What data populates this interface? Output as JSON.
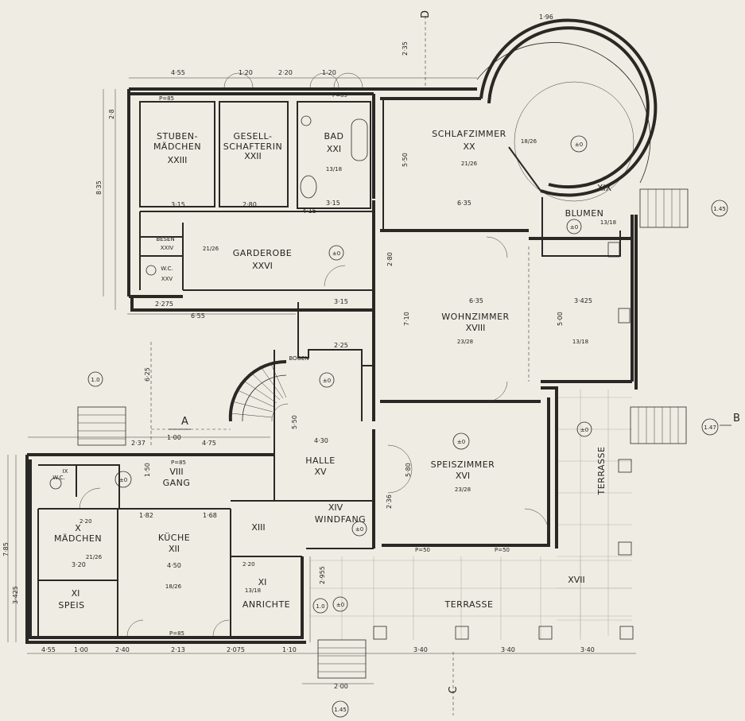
{
  "rooms": {
    "stubenmaedchen": {
      "name": "STUBEN-",
      "name2": "MÄDCHEN",
      "num": "XXIII"
    },
    "gesellschafterin": {
      "name": "GESELL-",
      "name2": "SCHAFTERIN",
      "num": "XXII"
    },
    "bad": {
      "name": "BAD",
      "num": "XXI",
      "area": "13/18"
    },
    "schlafzimmer": {
      "name": "SCHLAFZIMMER",
      "num": "XX",
      "area": "21/26",
      "area2": "18/26"
    },
    "blumen": {
      "name": "BLUMEN",
      "num": "XIX",
      "area": "13/18"
    },
    "besen": {
      "name": "BESEN",
      "num": "XXIV"
    },
    "wc_upper": {
      "name": "W.C.",
      "num": "XXV"
    },
    "garderobe": {
      "name": "GARDEROBE",
      "num": "XXVI",
      "area": "21/26"
    },
    "wohnzimmer": {
      "name": "WOHNZIMMER",
      "num": "XVIII",
      "area": "23/28",
      "area2": "13/18"
    },
    "halle": {
      "name": "HALLE",
      "num": "XV",
      "stair": "BOGEN"
    },
    "speisezimmer": {
      "name": "SPEISZIMMER",
      "num": "XVI",
      "area": "23/28"
    },
    "windfang": {
      "name": "WINDFANG",
      "num": "XIV"
    },
    "gang": {
      "name": "GANG",
      "num": "VIII"
    },
    "maedchen": {
      "name": "MÄDCHEN",
      "num": "X",
      "area": "21/26"
    },
    "wc_lower": {
      "name": "W.C.",
      "num": "IX"
    },
    "kueche": {
      "name": "KÜCHE",
      "num": "XII",
      "area": "18/26"
    },
    "xiii": {
      "num": "XIII"
    },
    "anrichte": {
      "name": "ANRICHTE",
      "num": "XI",
      "area": "13/18"
    },
    "speis": {
      "name": "SPEIS",
      "num": "XI"
    },
    "terrasse_right": {
      "name": "TERRASSE"
    },
    "terrasse_bottom": {
      "name": "TERRASSE",
      "num": "XVII"
    }
  },
  "level_marks": [
    "±0",
    "±0",
    "±0",
    "±0",
    "±0",
    "±0",
    "±0",
    "±0",
    "±0"
  ],
  "sections": {
    "a": "A",
    "b": "B",
    "c": "C",
    "d": "D"
  },
  "circle_marks": [
    "1.0",
    "1.45",
    "1.47",
    "1.0",
    "1.45"
  ],
  "dims": {
    "top": [
      "4·55",
      "1·20",
      "2·20",
      "1·20",
      "1·96",
      "2·35"
    ],
    "left": [
      "8·35",
      "2·8",
      "6·25",
      "7·85",
      "3·425"
    ],
    "mid": [
      "3·15",
      "2·80",
      "4·15",
      "3·15",
      "6·35",
      "6·35",
      "3·425",
      "5·50",
      "2·80",
      "7·10",
      "5·00",
      "5·50",
      "5·80",
      "4·30",
      "2·36",
      "2·955"
    ],
    "bottom": [
      "4·55",
      "1·00",
      "2·40",
      "2·13",
      "2·075",
      "1·10",
      "3·40",
      "3·40",
      "3·40",
      "2·00"
    ],
    "labels": [
      "P=85",
      "P=85",
      "P=85",
      "P=85",
      "P=50",
      "P=50",
      "2·20",
      "2·20",
      "1·50",
      "2·37",
      "1·00",
      "4·75",
      "1·82",
      "1·68",
      "4·50",
      "3·20",
      "6·55",
      "2·275",
      "3·15",
      "2·25"
    ]
  }
}
